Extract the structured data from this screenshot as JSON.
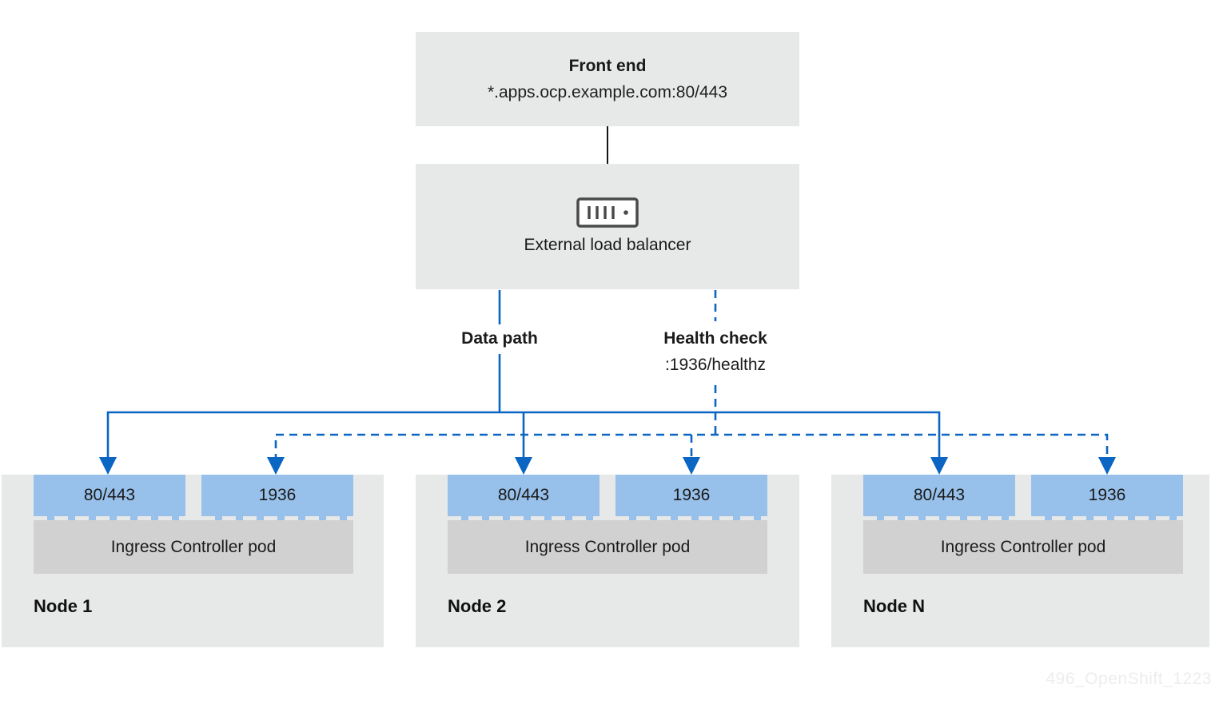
{
  "front_end": {
    "title": "Front end",
    "address": "*.apps.ocp.example.com:80/443"
  },
  "load_balancer": {
    "label": "External load balancer",
    "icon": "server-icon"
  },
  "paths": {
    "data_path_label": "Data path",
    "health_check_label": "Health check",
    "health_check_endpoint": ":1936/healthz"
  },
  "nodes": [
    {
      "name": "Node 1",
      "port_http": "80/443",
      "port_stats": "1936",
      "pod_label": "Ingress Controller pod"
    },
    {
      "name": "Node 2",
      "port_http": "80/443",
      "port_stats": "1936",
      "pod_label": "Ingress Controller pod"
    },
    {
      "name": "Node N",
      "port_http": "80/443",
      "port_stats": "1936",
      "pod_label": "Ingress Controller pod"
    }
  ],
  "watermark": "496_OpenShift_1223",
  "colors": {
    "line_blue": "#0a65c3",
    "port_blue": "#97c0ea",
    "panel_gray": "#e7e8e8",
    "pod_gray": "#d1d1d1",
    "connector_black": "#151515"
  }
}
